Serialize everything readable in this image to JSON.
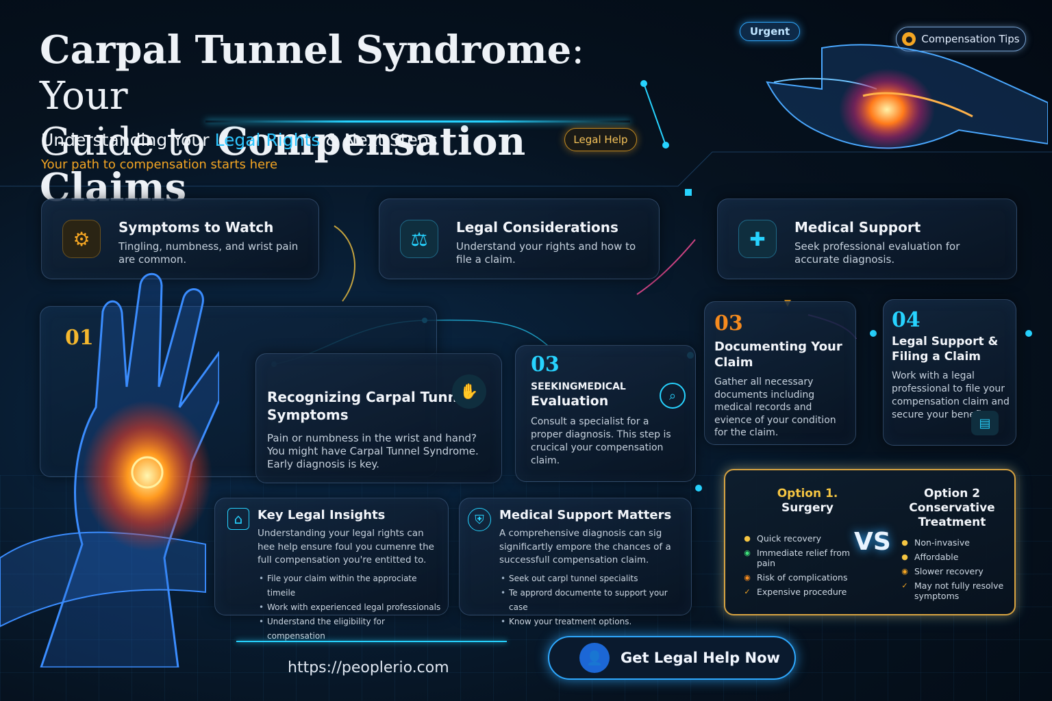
{
  "header": {
    "title_line1_bold": "Carpal Tunnel Syndrome",
    "title_line1_light": ": Your",
    "title_line2_light": "Guide to ",
    "title_line2_bold": "Compensation Claims",
    "subtitle_pre": "Understanding Your ",
    "subtitle_accent": "Legal Rights",
    "subtitle_post": " & Next Steps",
    "tagline": "Your path to compensation starts here",
    "legal_help_pill": "Legal Help",
    "urgent_pill": "Urgent",
    "tips_pill": "Compensation Tips"
  },
  "features": [
    {
      "title": "Symptoms to Watch",
      "text": "Tingling, numbness, and wrist pain are common.",
      "icon": "gear-icon"
    },
    {
      "title": "Legal Considerations",
      "text": "Understand your rights and how to file a claim.",
      "icon": "gavel-icon"
    },
    {
      "title": "Medical Support",
      "text": "Seek professional evaluation for accurate diagnosis.",
      "icon": "doctor-icon"
    }
  ],
  "steps": {
    "s01": {
      "num": "01"
    },
    "recognizing": {
      "title": "Recognizing Carpal Tunnel Symptoms",
      "text": "Pain or numbness in the wrist and hand? You might have Carpal Tunnel Syndrome. Early diagnosis is key."
    },
    "s03a": {
      "num": "03",
      "title_top": "SEEKINGMEDICAL",
      "title": "Evaluation",
      "text": "Consult a specialist for a proper diagnosis. This step is crucical your compensation claim."
    },
    "s03b": {
      "num": "03",
      "title": "Documenting Your Claim",
      "text": "Gather all necessary documents including medical records and evience of your condition for the claim."
    },
    "s04": {
      "num": "04",
      "title": "Legal Support & Filing a Claim",
      "text": "Work with a legal professional to file your compensation claim and secure your benefits."
    }
  },
  "insights": {
    "title": "Key Legal Insights",
    "text": "Understanding your legal rights can hee help ensure foul you cumenre the full compensation you're entitted to.",
    "bullets": [
      "File your claim within the approciate timeile",
      "Work with experienced legal professionals",
      "Understand the eligibility for compensation"
    ]
  },
  "medical_matters": {
    "title": "Medical Support Matters",
    "text": "A comprehensive diagnosis can sig significartly empore the chances of a successfull compensation claim.",
    "bullets": [
      "Seek out carpl tunnel specialits",
      "Te apprord documente to support your case",
      "Know your treatment options."
    ]
  },
  "comparison": {
    "option1_label": "Option 1.",
    "option1_name": "Surgery",
    "option1_items": [
      "Quick recovery",
      "Immediate relief from pain",
      "Risk of complications",
      "Expensive procedure"
    ],
    "vs": "VS",
    "option2_label": "Option 2",
    "option2_name": "Conservative Treatment",
    "option2_items": [
      "Non-invasive",
      "Affordable",
      "Slower recovery",
      "May not fully resolve symptoms"
    ]
  },
  "footer": {
    "url": "https://peoplerio.com",
    "cta": "Get Legal Help Now"
  },
  "colors": {
    "accent_blue": "#27d3ff",
    "accent_orange": "#f5a623",
    "gold_border": "#d9a441"
  }
}
